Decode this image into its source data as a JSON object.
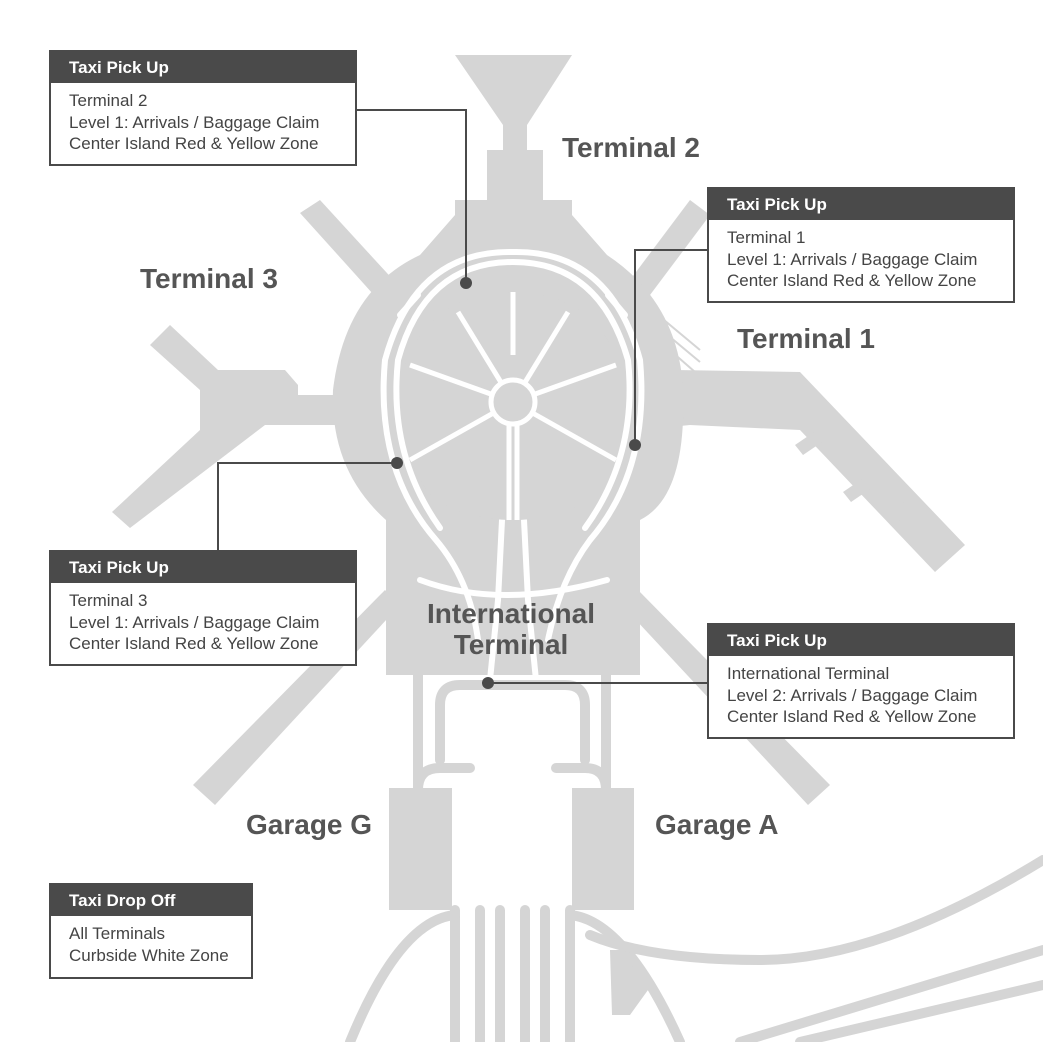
{
  "colors": {
    "structure": "#d5d5d5",
    "road": "#ffffff",
    "callout_header": "#4a4a4a",
    "leader_line": "#4a4a4a",
    "label_text": "#555555"
  },
  "areas": {
    "terminal2": "Terminal 2",
    "terminal3": "Terminal 3",
    "terminal1": "Terminal 1",
    "international_line1": "International",
    "international_line2": "Terminal",
    "garage_g": "Garage G",
    "garage_a": "Garage A"
  },
  "callouts": {
    "t2": {
      "title": "Taxi Pick Up",
      "lines": [
        "Terminal 2",
        "Level 1: Arrivals / Baggage Claim",
        "Center Island Red & Yellow Zone"
      ]
    },
    "t1": {
      "title": "Taxi Pick Up",
      "lines": [
        "Terminal 1",
        "Level 1: Arrivals / Baggage Claim",
        "Center Island Red & Yellow Zone"
      ]
    },
    "t3": {
      "title": "Taxi Pick Up",
      "lines": [
        "Terminal 3",
        "Level 1: Arrivals / Baggage Claim",
        "Center Island Red & Yellow Zone"
      ]
    },
    "intl": {
      "title": "Taxi Pick Up",
      "lines": [
        "International Terminal",
        "Level 2: Arrivals / Baggage Claim",
        "Center Island Red & Yellow Zone"
      ]
    },
    "dropoff": {
      "title": "Taxi Drop Off",
      "lines": [
        "All Terminals",
        "Curbside White Zone"
      ]
    }
  }
}
